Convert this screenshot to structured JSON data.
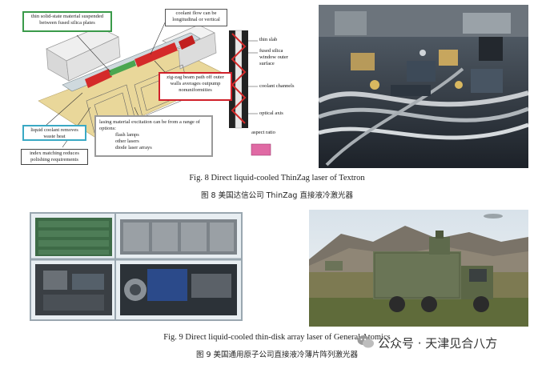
{
  "figure8": {
    "diagram_labels": {
      "thin_solid_state": "thin solid-state material suspended between fused silica plates",
      "coolant_flow": "coolant flow can be longitudinal or vertical",
      "zigzag": "zig-zag beam path off outer walls averages outpump nonuniformities",
      "lasing_excitation": "lasing material excitation can be from a range of options:",
      "lasing_options": [
        "flash lamps",
        "other lasers",
        "diode laser arrays"
      ],
      "liquid_coolant": "liquid coolant removes waste heat",
      "index_matching": "index matching reduces polishing requirements",
      "thin_slab": "thin slab",
      "fused_silica_window": "fused silica window outer surface",
      "coolant_channels": "coolant channels",
      "optical_axis": "optical axis",
      "aspect_ratio": "aspect ratio"
    },
    "caption_en": "Fig. 8    Direct liquid-cooled ThinZag laser of Textron",
    "caption_cn": "图 8    美国达信公司 ThinZag 直接液冷激光器"
  },
  "figure9": {
    "caption_en": "Fig. 9    Direct liquid-cooled thin-disk array laser of General Atomics",
    "caption_cn": "图 9    美国通用原子公司直接液冷薄片阵列激光器"
  },
  "watermark": {
    "text": "公众号 · 天津见合八方"
  },
  "colors": {
    "green_box": "#3a9a4a",
    "cyan_box": "#3aa9c4",
    "red_box": "#d0202a",
    "grey_box": "#9a9a9a",
    "slab_red": "#d42a2a",
    "aspect_pink": "#e06aa4"
  }
}
